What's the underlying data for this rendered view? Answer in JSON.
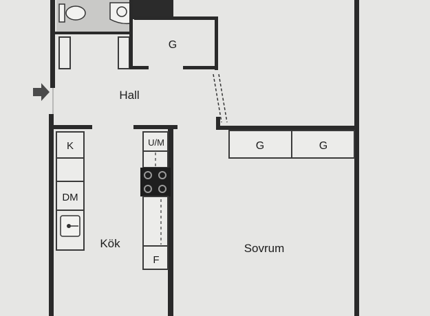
{
  "rooms": {
    "hall": "Hall",
    "kitchen": "Kök",
    "bedroom": "Sovrum"
  },
  "closets": {
    "hall_wardrobe": "G",
    "bedroom_wardrobe_1": "G",
    "bedroom_wardrobe_2": "G"
  },
  "kitchen_fixtures": {
    "cabinet": "K",
    "dishwasher": "DM",
    "oven_microwave": "U/M",
    "freezer": "F"
  },
  "colors": {
    "background": "#e6e6e4",
    "walls": "#2a2a2a",
    "bathroom_floor": "#c9c9c7",
    "hob": "#1e1e1e"
  },
  "icons": [
    "entrance-arrow-icon",
    "toilet-icon",
    "washbasin-icon",
    "kitchen-sink-icon",
    "hob-icon"
  ]
}
